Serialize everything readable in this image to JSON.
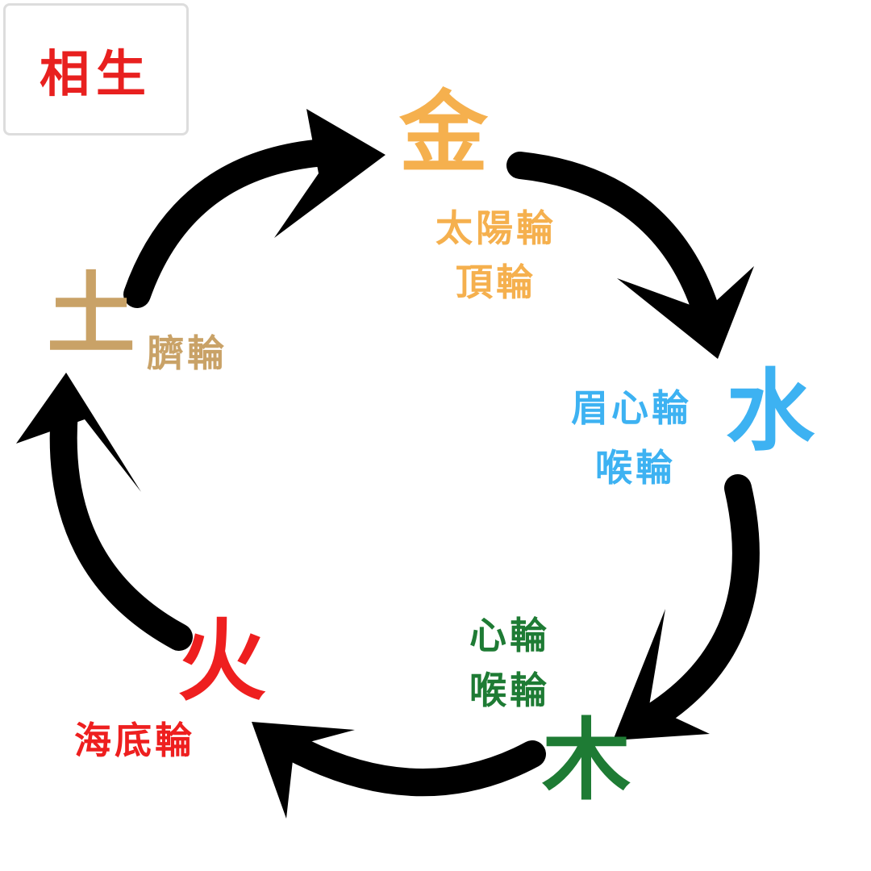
{
  "title": "相生",
  "colors": {
    "metal": "#F5B04E",
    "water": "#3DB2F2",
    "wood": "#1E7B34",
    "fire": "#EE1F1F",
    "earth": "#C9A267",
    "arrow": "#000000"
  },
  "elements": {
    "metal": {
      "name": "金",
      "chakras": [
        "太陽輪",
        "頂輪"
      ]
    },
    "water": {
      "name": "水",
      "chakras": [
        "眉心輪",
        "喉輪"
      ]
    },
    "wood": {
      "name": "木",
      "chakras": [
        "心輪",
        "喉輪"
      ]
    },
    "fire": {
      "name": "火",
      "chakras": [
        "海底輪"
      ]
    },
    "earth": {
      "name": "土",
      "chakras": [
        "臍輪"
      ]
    }
  }
}
